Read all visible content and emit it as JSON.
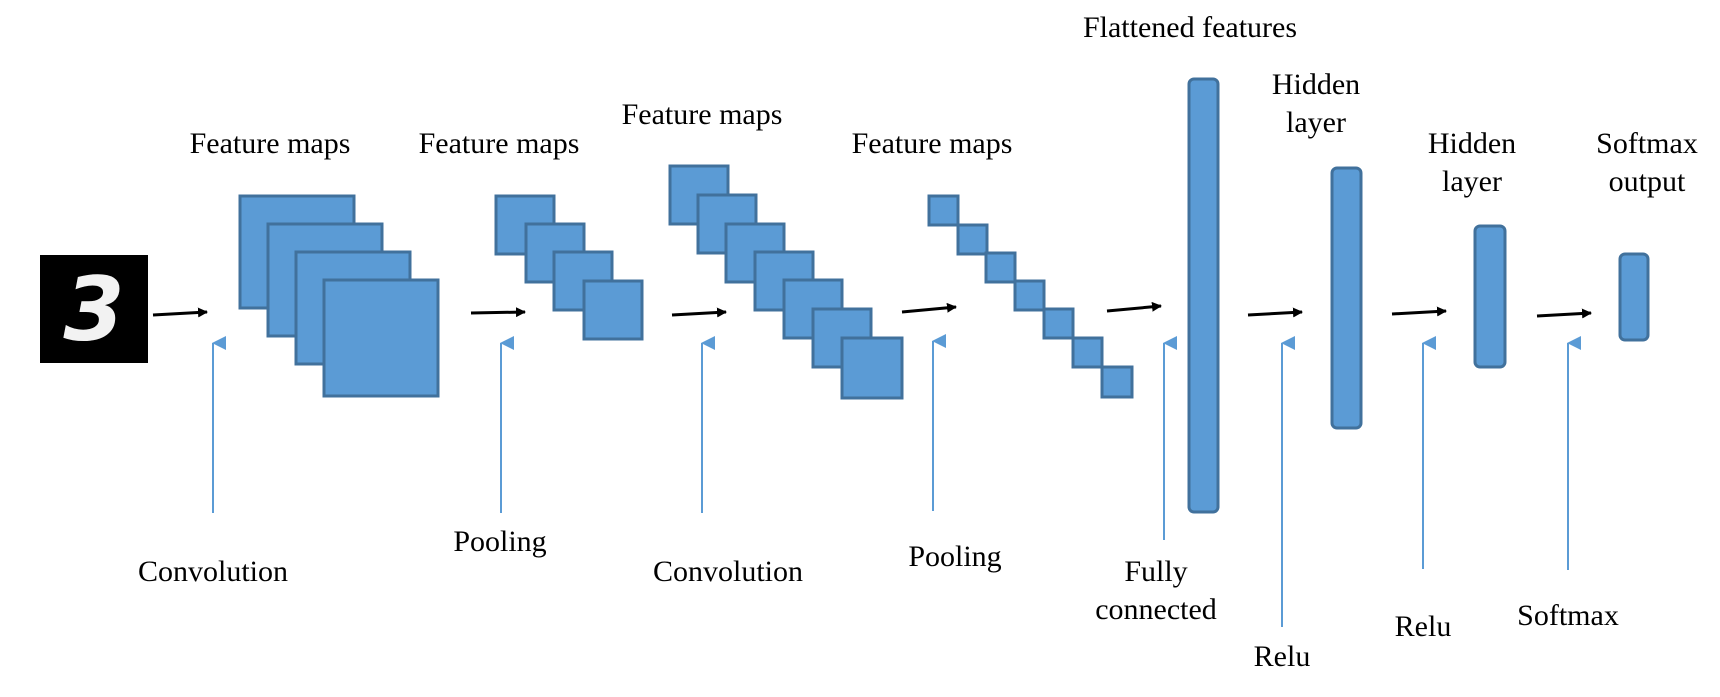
{
  "colors": {
    "block_fill": "#5B9BD5",
    "block_stroke": "#41719C",
    "op_arrow": "#5B9BD5",
    "flow_arrow": "#000000",
    "input_bg": "#000000"
  },
  "input": {
    "digit": "3",
    "icon": "mnist-digit-image"
  },
  "labels": {
    "fmaps_1": "Feature maps",
    "fmaps_2": "Feature maps",
    "fmaps_3": "Feature maps",
    "fmaps_4": "Feature maps",
    "flattened": "Flattened features",
    "hidden_1": [
      "Hidden",
      "layer"
    ],
    "hidden_2": [
      "Hidden",
      "layer"
    ],
    "softmax_out": [
      "Softmax",
      "output"
    ]
  },
  "operations": {
    "conv_1": "Convolution",
    "pool_1": "Pooling",
    "conv_2": "Convolution",
    "pool_2": "Pooling",
    "fully_connected": [
      "Fully",
      "connected"
    ],
    "relu_1": "Relu",
    "relu_2": "Relu",
    "softmax": "Softmax"
  }
}
